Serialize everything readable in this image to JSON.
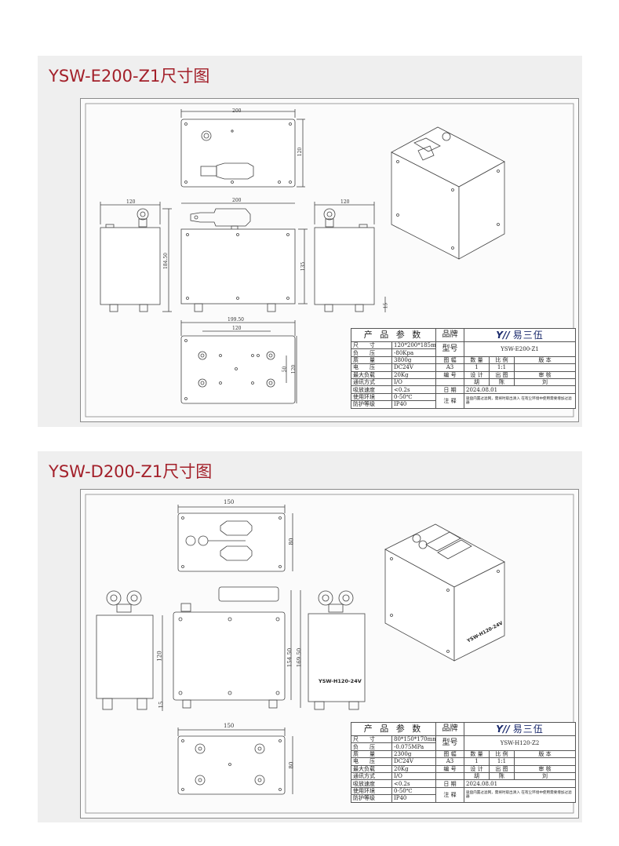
{
  "sections": [
    {
      "title": "YSW-E200-Z1尺寸图",
      "dims": {
        "top_w": "200",
        "top_h": "120",
        "left_w": "120",
        "left_h": "184.50",
        "front_w": "200",
        "front_h": "135",
        "right_w": "120",
        "right_foot": "15",
        "bottom_w": "199.50",
        "bottom_inner": "120",
        "bottom_h1": "50",
        "bottom_h2": "120"
      },
      "table": {
        "header": "产 品 参 数",
        "brand_label": "品牌",
        "logo_mark": "Y//",
        "logo_text": "易三伍",
        "model_label": "型号",
        "model_value": "YSW-E200-Z1",
        "rows": [
          {
            "label": "尺　　寸",
            "value": "120*200*185mm"
          },
          {
            "label": "负　　压",
            "value": "-80Kpa"
          },
          {
            "label": "质　　量",
            "value": "3800g"
          },
          {
            "label": "电　　压",
            "value": "DC24V"
          },
          {
            "label": "最大负载",
            "value": "20Kg"
          },
          {
            "label": "通讯方式",
            "value": "I/O"
          },
          {
            "label": "吸放速度",
            "value": "<0.2s"
          },
          {
            "label": "使用环境",
            "value": "0-50℃"
          },
          {
            "label": "防护等级",
            "value": "IP40"
          }
        ],
        "meta_head": [
          "图 幅",
          "数 量",
          "比 例",
          "版 本"
        ],
        "meta_vals": [
          "A3",
          "1",
          "1:1",
          ""
        ],
        "sign_head": [
          "编 号",
          "设 计",
          "出 图",
          "审 核"
        ],
        "sign_vals": [
          "",
          "胡",
          "陈",
          "刘"
        ],
        "date_label": "日 期",
        "date_value": "2024.08.01",
        "note_label": "注 释",
        "note_text": "吸盘内置过滤网，需将时取出清入 在有尘环境中使用需要增加过滤器"
      }
    },
    {
      "title": "YSW-D200-Z1尺寸图",
      "dims": {
        "top_w": "150",
        "top_h": "80",
        "side_h": "120",
        "side_foot": "15",
        "front_h1": "154.50",
        "front_h2": "169.50",
        "label_text": "YSW-H120-24V",
        "iso_label": "YSW-H120-24V",
        "bottom_w": "150",
        "bottom_h": "80"
      },
      "table": {
        "header": "产 品 参 数",
        "brand_label": "品牌",
        "logo_mark": "Y//",
        "logo_text": "易三伍",
        "model_label": "型号",
        "model_value": "YSW-H120-Z2",
        "rows": [
          {
            "label": "尺　　寸",
            "value": "80*150*170mm"
          },
          {
            "label": "负　　压",
            "value": "-0.075MPa"
          },
          {
            "label": "质　　量",
            "value": "2300g"
          },
          {
            "label": "电　　压",
            "value": "DC24V"
          },
          {
            "label": "最大负载",
            "value": "20Kg"
          },
          {
            "label": "通讯方式",
            "value": "I/O"
          },
          {
            "label": "吸放速度",
            "value": "<0.2s"
          },
          {
            "label": "使用环境",
            "value": "0-50℃"
          },
          {
            "label": "防护等级",
            "value": "IP40"
          }
        ],
        "meta_head": [
          "图 幅",
          "数 量",
          "比 例",
          "版 本"
        ],
        "meta_vals": [
          "A3",
          "1",
          "1:1",
          ""
        ],
        "sign_head": [
          "编 号",
          "设 计",
          "出 图",
          "审 核"
        ],
        "sign_vals": [
          "",
          "胡",
          "陈",
          "刘"
        ],
        "date_label": "日 期",
        "date_value": "2024.08.01",
        "note_label": "注 释",
        "note_text": "吸盘内置过滤网，需将时取出清入 在有尘环境中使用需要增加过滤器"
      }
    }
  ]
}
